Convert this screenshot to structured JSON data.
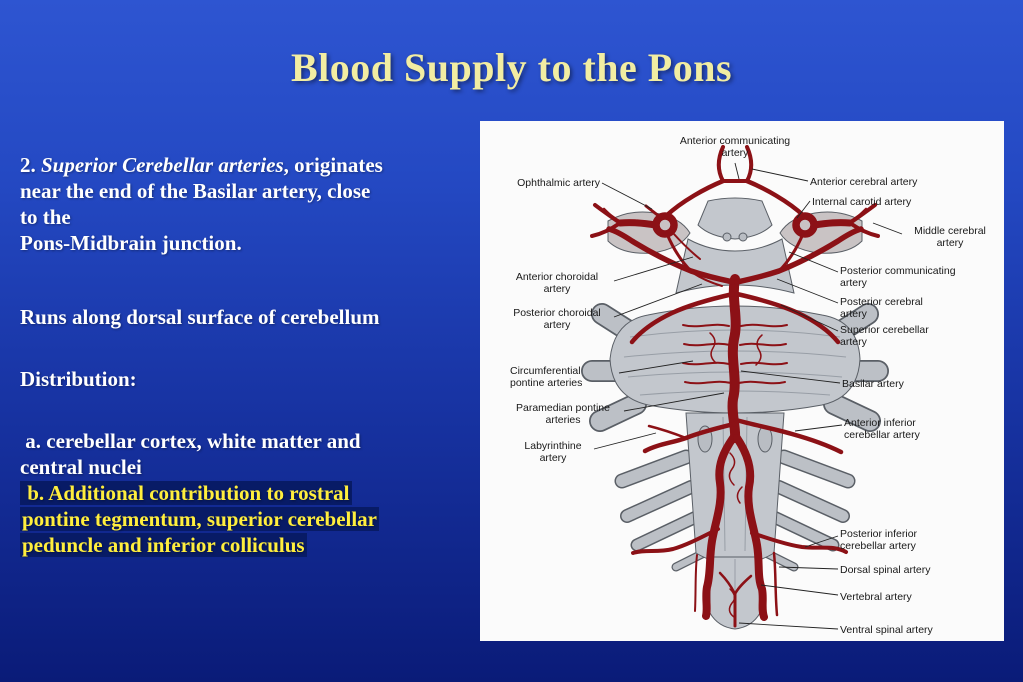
{
  "slide": {
    "title": "Blood Supply to the Pons",
    "body": {
      "p1_num": "2. ",
      "p1_italic": "Superior Cerebellar arteries",
      "p1_rest": ", originates",
      "p1_line2": "near the end of the Basilar artery, close",
      "p1_line3": "to the",
      "p1_line4": "Pons-Midbrain junction.",
      "p2": "Runs along dorsal surface of cerebellum",
      "p3": "Distribution:",
      "p4a_line1": " a. cerebellar cortex, white matter and",
      "p4a_line2": "central nuclei",
      "p4b_line1": " b. Additional contribution to rostral",
      "p4b_line2": "pontine tegmentum, superior cerebellar",
      "p4b_line3": "peduncle and inferior colliculus"
    }
  },
  "figure": {
    "description": "Ventral view of brainstem arterial supply",
    "labels": {
      "anterior_communicating": "Anterior communicating\nartery",
      "ophthalmic": "Ophthalmic artery",
      "anterior_cerebral": "Anterior cerebral artery",
      "internal_carotid": "Internal carotid artery",
      "middle_cerebral": "Middle cerebral\nartery",
      "anterior_choroidal": "Anterior choroidal\nartery",
      "posterior_communicating": "Posterior communicating\nartery",
      "posterior_cerebral": "Posterior cerebral\nartery",
      "posterior_choroidal": "Posterior choroidal\nartery",
      "superior_cerebellar": "Superior cerebellar\nartery",
      "circumferential_pontine": "Circumferential\npontine arteries",
      "basilar": "Basilar artery",
      "paramedian_pontine": "Paramedian pontine\narteries",
      "anterior_inferior_cerebellar": "Anterior inferior\ncerebellar artery",
      "labyrinthine": "Labyrinthine\nartery",
      "posterior_inferior_cerebellar": "Posterior inferior\ncerebellar artery",
      "dorsal_spinal": "Dorsal spinal artery",
      "vertebral": "Vertebral artery",
      "ventral_spinal": "Ventral spinal artery"
    }
  },
  "colors": {
    "title_text": "#f2eda2",
    "body_text": "#ffffff",
    "highlight_text": "#ffee3d",
    "highlight_bg": "#081b66",
    "background_top": "#2e55d1",
    "background_bottom": "#0a1b78",
    "artery_red": "#8c1116",
    "brainstem_gray": "#c3c7cd",
    "panel_bg": "#fbfbfb"
  }
}
